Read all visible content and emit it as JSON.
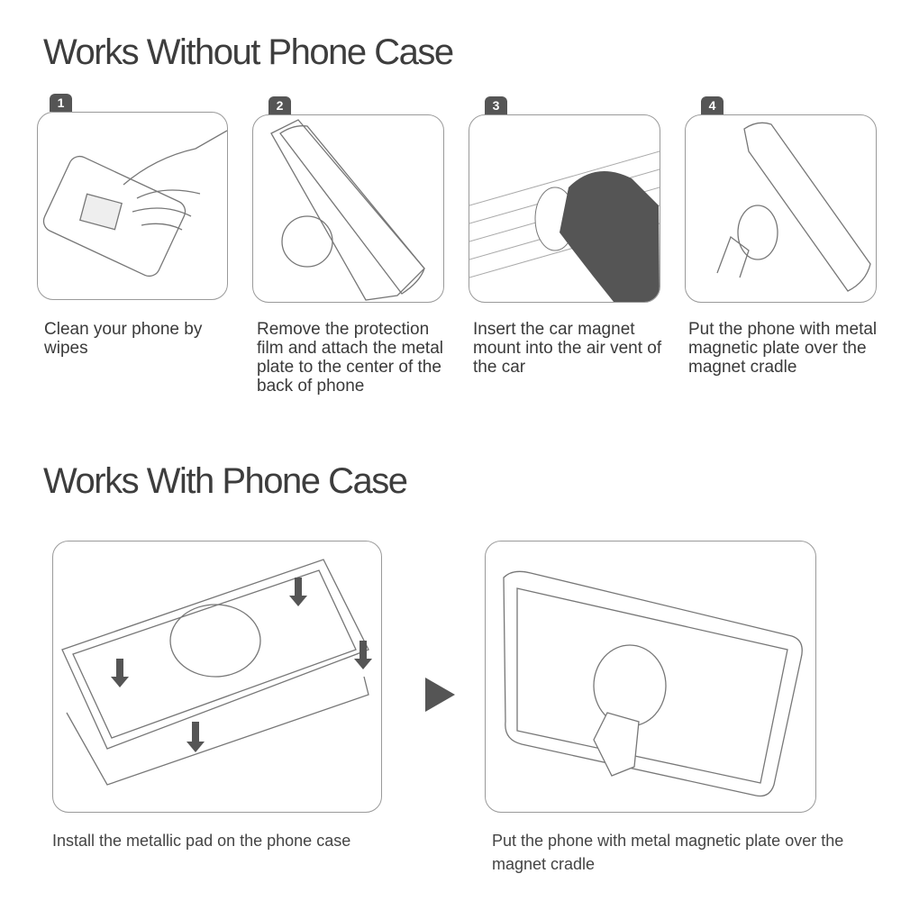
{
  "section1": {
    "title": "Works Without Phone Case",
    "steps": [
      {
        "number": "1",
        "caption": "Clean your phone by wipes"
      },
      {
        "number": "2",
        "caption": "Remove the protection film and attach the metal plate to the center of the back of phone"
      },
      {
        "number": "3",
        "caption": "Insert the car magnet mount into the air vent of the car"
      },
      {
        "number": "4",
        "caption": "Put the phone with metal magnetic plate over the magnet cradle"
      }
    ]
  },
  "section2": {
    "title": "Works With Phone Case",
    "steps": [
      {
        "caption": "Install the metallic pad on the phone case"
      },
      {
        "caption": "Put the phone with metal magnetic plate over the magnet cradle"
      }
    ],
    "arrow_icon": "play-triangle"
  }
}
